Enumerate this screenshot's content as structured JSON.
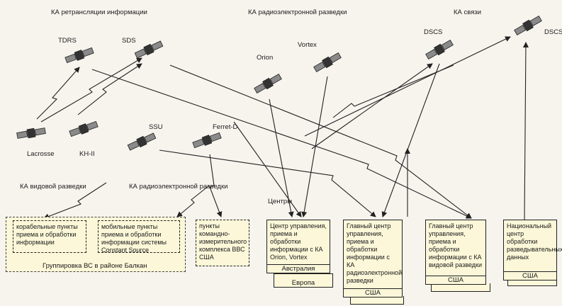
{
  "headers": {
    "relay": "КА ретрансляции информации",
    "elint_top": "КА радиоэлектронной разведки",
    "comm": "КА связи",
    "visual": "КА видовой разведки",
    "elint_mid": "КА радиоэлектронной разведки",
    "centers": "Центры"
  },
  "satellites": {
    "tdrs": "TDRS",
    "sds": "SDS",
    "orion": "Orion",
    "vortex": "Vortex",
    "dscs1": "DSCS",
    "dscs2": "DSCS",
    "lacrosse": "Lacrosse",
    "kh11": "KH-II",
    "ssu": "SSU",
    "ferret": "Ferret-D"
  },
  "boxes": {
    "ship": "корабельные пункты приема и обработки информации",
    "mobile": "мобильные пункты приема и обработки информации системы Constant Source",
    "balkans": "Группировка ВС в районе Балкан",
    "ccc": "пункты командно-измерительного комплекса ВВС США",
    "control": "Центр управления, приема и обработки информации с КА Orion, Vortex",
    "control_australia": "Австралия",
    "control_europe": "Европа",
    "main_elint": "Главный центр управления, приема и обработки информации с КА радиоэлектронной разведки",
    "main_elint_usa": "США",
    "main_visual": "Главный центр управления, приема и обработки информации с КА видовой разведки",
    "main_visual_usa": "США",
    "national": "Национальный центр обработки разведывательных данных",
    "national_usa": "США"
  }
}
